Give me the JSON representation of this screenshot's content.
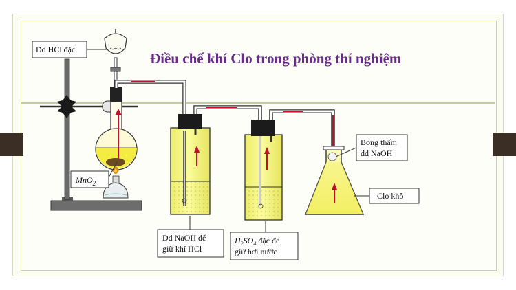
{
  "diagram": {
    "title": "Điều chế khí Clo trong phòng thí nghiệm",
    "labels": {
      "hcl": "Dd HCl đặc",
      "mno2": "MnO",
      "mno2_sub": "2",
      "naoh_line1": "Dd NaOH để",
      "naoh_line2": "giữ khí HCl",
      "h2so4_h": "H",
      "h2so4_2": "2",
      "h2so4_so": "SO",
      "h2so4_4": "4",
      "h2so4_rest": " đặc để",
      "h2so4_line2": "giữ hơi nước",
      "cotton_line1": "Bông thấm",
      "cotton_line2": "dd NaOH",
      "dry_cl": "Clo khô"
    },
    "colors": {
      "title": "#6a2c8a",
      "solution_yellow": "#f6f57a",
      "tube_red": "#c0102c",
      "guide_line": "#8aa046"
    }
  }
}
